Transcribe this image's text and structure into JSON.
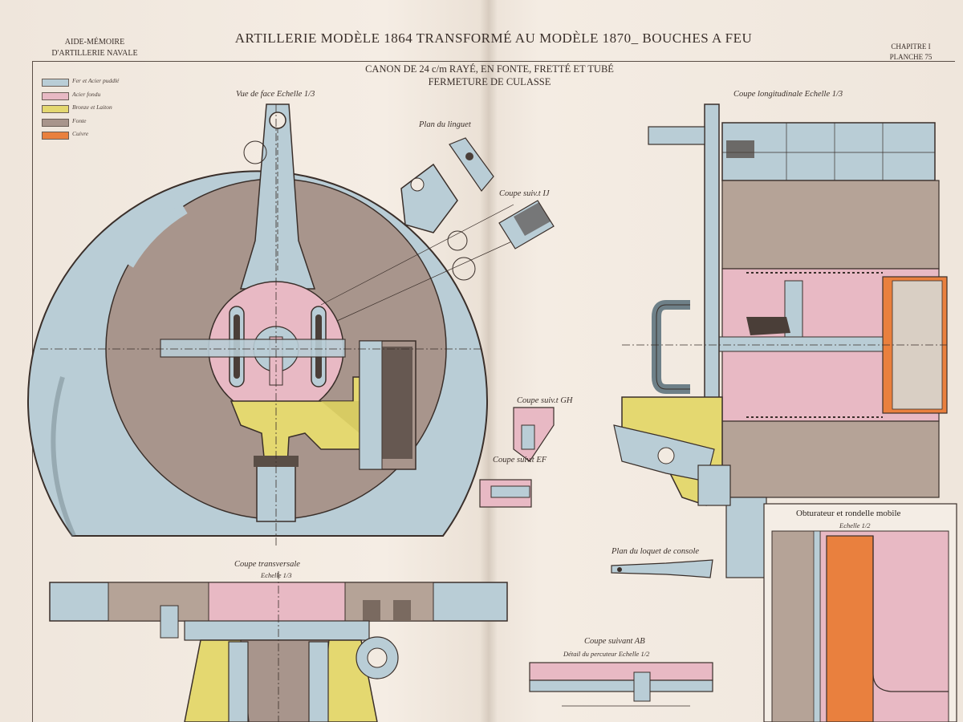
{
  "header": {
    "left_line1": "AIDE-MÉMOIRE",
    "left_line2": "D'ARTILLERIE NAVALE",
    "title": "ARTILLERIE MODÈLE 1864 TRANSFORMÉ AU MODÈLE 1870_ BOUCHES A FEU",
    "subtitle_line1": "CANON DE 24 c/m RAYÉ, EN FONTE, FRETTÉ ET TUBÉ",
    "subtitle_line2": "FERMETURE DE CULASSE",
    "right_line1": "CHAPITRE I",
    "right_line2": "PLANCHE 75"
  },
  "legend": [
    {
      "label": "Fer et Acier puddlé",
      "color": "#b9cdd6"
    },
    {
      "label": "Acier fondu",
      "color": "#e8b9c4"
    },
    {
      "label": "Bronze et Laiton",
      "color": "#e4d870"
    },
    {
      "label": "Fonte",
      "color": "#a8958c"
    },
    {
      "label": "Cuivre",
      "color": "#e9803e"
    }
  ],
  "views": {
    "vue_de_face": "Vue de face Echelle 1/3",
    "plan_linguet": "Plan du linguet",
    "coupe_ij": "Coupe suiv.t IJ",
    "coupe_gh": "Coupe suiv.t GH",
    "coupe_ef": "Coupe suiv.t EF",
    "coupe_longitudinale": "Coupe longitudinale Echelle 1/3",
    "coupe_transversale": "Coupe transversale",
    "coupe_transversale_scale": "Echelle 1/3",
    "plan_loquet": "Plan du loquet de console",
    "coupe_ab": "Coupe suivant AB",
    "detail_percuteur": "Détail du percuteur Echelle 1/2",
    "obturateur": "Obturateur et rondelle mobile",
    "obturateur_scale": "Echelle 1/2"
  },
  "colors": {
    "paper": "#f2eae1",
    "iron": "#b9cdd6",
    "steel": "#e8b9c4",
    "bronze": "#e4d870",
    "cast_iron": "#a8958c",
    "copper": "#e9803e",
    "ink": "#3a2f2a"
  }
}
